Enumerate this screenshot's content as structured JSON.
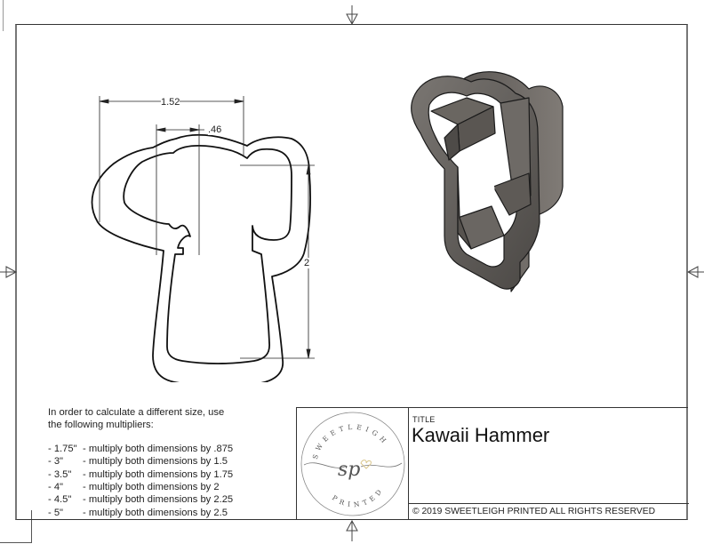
{
  "drawing": {
    "dimensions": {
      "overall_width": "1.52",
      "handle_width": ".46",
      "overall_height": "2"
    },
    "views": {
      "outline_view": "2D outline of cookie cutter",
      "isometric_view": "3D shaded cookie cutter"
    },
    "colors": {
      "line": "#111111",
      "frame": "#333333",
      "model_dark": "#4a4744",
      "model_mid": "#6b6763",
      "model_light": "#8a8580",
      "logo_accent": "#d9c58a"
    }
  },
  "notes": {
    "intro_line1": "In order to calculate a different size, use",
    "intro_line2": "the following multipliers:",
    "multipliers": [
      {
        "size": "- 1.75\"",
        "text": "- multiply both dimensions by .875"
      },
      {
        "size": "- 3\"",
        "text": "- multiply both dimensions by 1.5"
      },
      {
        "size": "- 3.5\"",
        "text": "- multiply both dimensions by 1.75"
      },
      {
        "size": "- 4\"",
        "text": "- multiply both dimensions by 2"
      },
      {
        "size": "- 4.5\"",
        "text": "- multiply both dimensions by 2.25"
      },
      {
        "size": "- 5\"",
        "text": "- multiply both dimensions by 2.5"
      }
    ]
  },
  "title_block": {
    "logo": {
      "top_text": "SWEETLEIGH",
      "monogram": "sp",
      "bottom_text": "PRINTED"
    },
    "title_label": "TITLE",
    "title": "Kawaii Hammer",
    "copyright": "© 2019  SWEETLEIGH PRINTED  ALL RIGHTS RESERVED"
  }
}
